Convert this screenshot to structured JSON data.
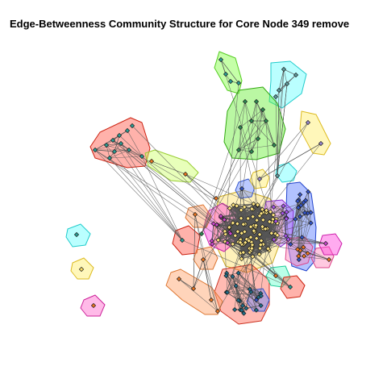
{
  "title": "Edge-Betweenness Community Structure for Core Node 349 remove",
  "graph": {
    "node_stroke": "#1a1a1a",
    "edge_color": "#555555",
    "communities": [
      {
        "id": "green-top",
        "hull_fill": "#7fff3f",
        "hull_stroke": "#55cc22",
        "node_fill": "#2aa198"
      },
      {
        "id": "cyan-top",
        "hull_fill": "#66ffff",
        "hull_stroke": "#22cccc",
        "node_fill": "#5f9ea0"
      },
      {
        "id": "green-main",
        "hull_fill": "#66ee33",
        "hull_stroke": "#33aa11",
        "node_fill": "#2e8b57"
      },
      {
        "id": "yellow-right",
        "hull_fill": "#ffee66",
        "hull_stroke": "#ddbb22",
        "node_fill": "#9b8bd6"
      },
      {
        "id": "red-left",
        "hull_fill": "#ff5544",
        "hull_stroke": "#cc2211",
        "node_fill": "#2aa198"
      },
      {
        "id": "lime-left",
        "hull_fill": "#ccff66",
        "hull_stroke": "#99cc33",
        "node_fill": "#ee7722"
      },
      {
        "id": "yellow-core",
        "hull_fill": "#ffe066",
        "hull_stroke": "#ccaa22",
        "node_fill": "#ffe680"
      },
      {
        "id": "blue-right",
        "hull_fill": "#5577ff",
        "hull_stroke": "#2244cc",
        "node_fill": "#3355cc"
      },
      {
        "id": "red-bottom",
        "hull_fill": "#ff6655",
        "hull_stroke": "#cc3322",
        "node_fill": "#1f6f8b"
      },
      {
        "id": "orange-bottom",
        "hull_fill": "#ffa066",
        "hull_stroke": "#dd7733",
        "node_fill": "#ee7722"
      },
      {
        "id": "magenta",
        "hull_fill": "#ff44dd",
        "hull_stroke": "#cc22aa",
        "node_fill": "#cc44cc"
      },
      {
        "id": "cyan-iso",
        "hull_fill": "#66ffff",
        "hull_stroke": "#22cccc",
        "node_fill": "#2aa198"
      },
      {
        "id": "yellow-iso",
        "hull_fill": "#ffee66",
        "hull_stroke": "#ddbb22",
        "node_fill": "#ffe066"
      },
      {
        "id": "magenta-iso",
        "hull_fill": "#ff66cc",
        "hull_stroke": "#cc2299",
        "node_fill": "#ee7722"
      },
      {
        "id": "violet",
        "hull_fill": "#bb66ff",
        "hull_stroke": "#8833cc",
        "node_fill": "#aa55ee"
      },
      {
        "id": "pink",
        "hull_fill": "#ff88bb",
        "hull_stroke": "#dd4488",
        "node_fill": "#ee7722"
      },
      {
        "id": "teal-small",
        "hull_fill": "#66ffcc",
        "hull_stroke": "#22cc99",
        "node_fill": "#ee7722"
      },
      {
        "id": "blue-small",
        "hull_fill": "#6688ff",
        "hull_stroke": "#3355cc",
        "node_fill": "#3355cc"
      }
    ]
  }
}
